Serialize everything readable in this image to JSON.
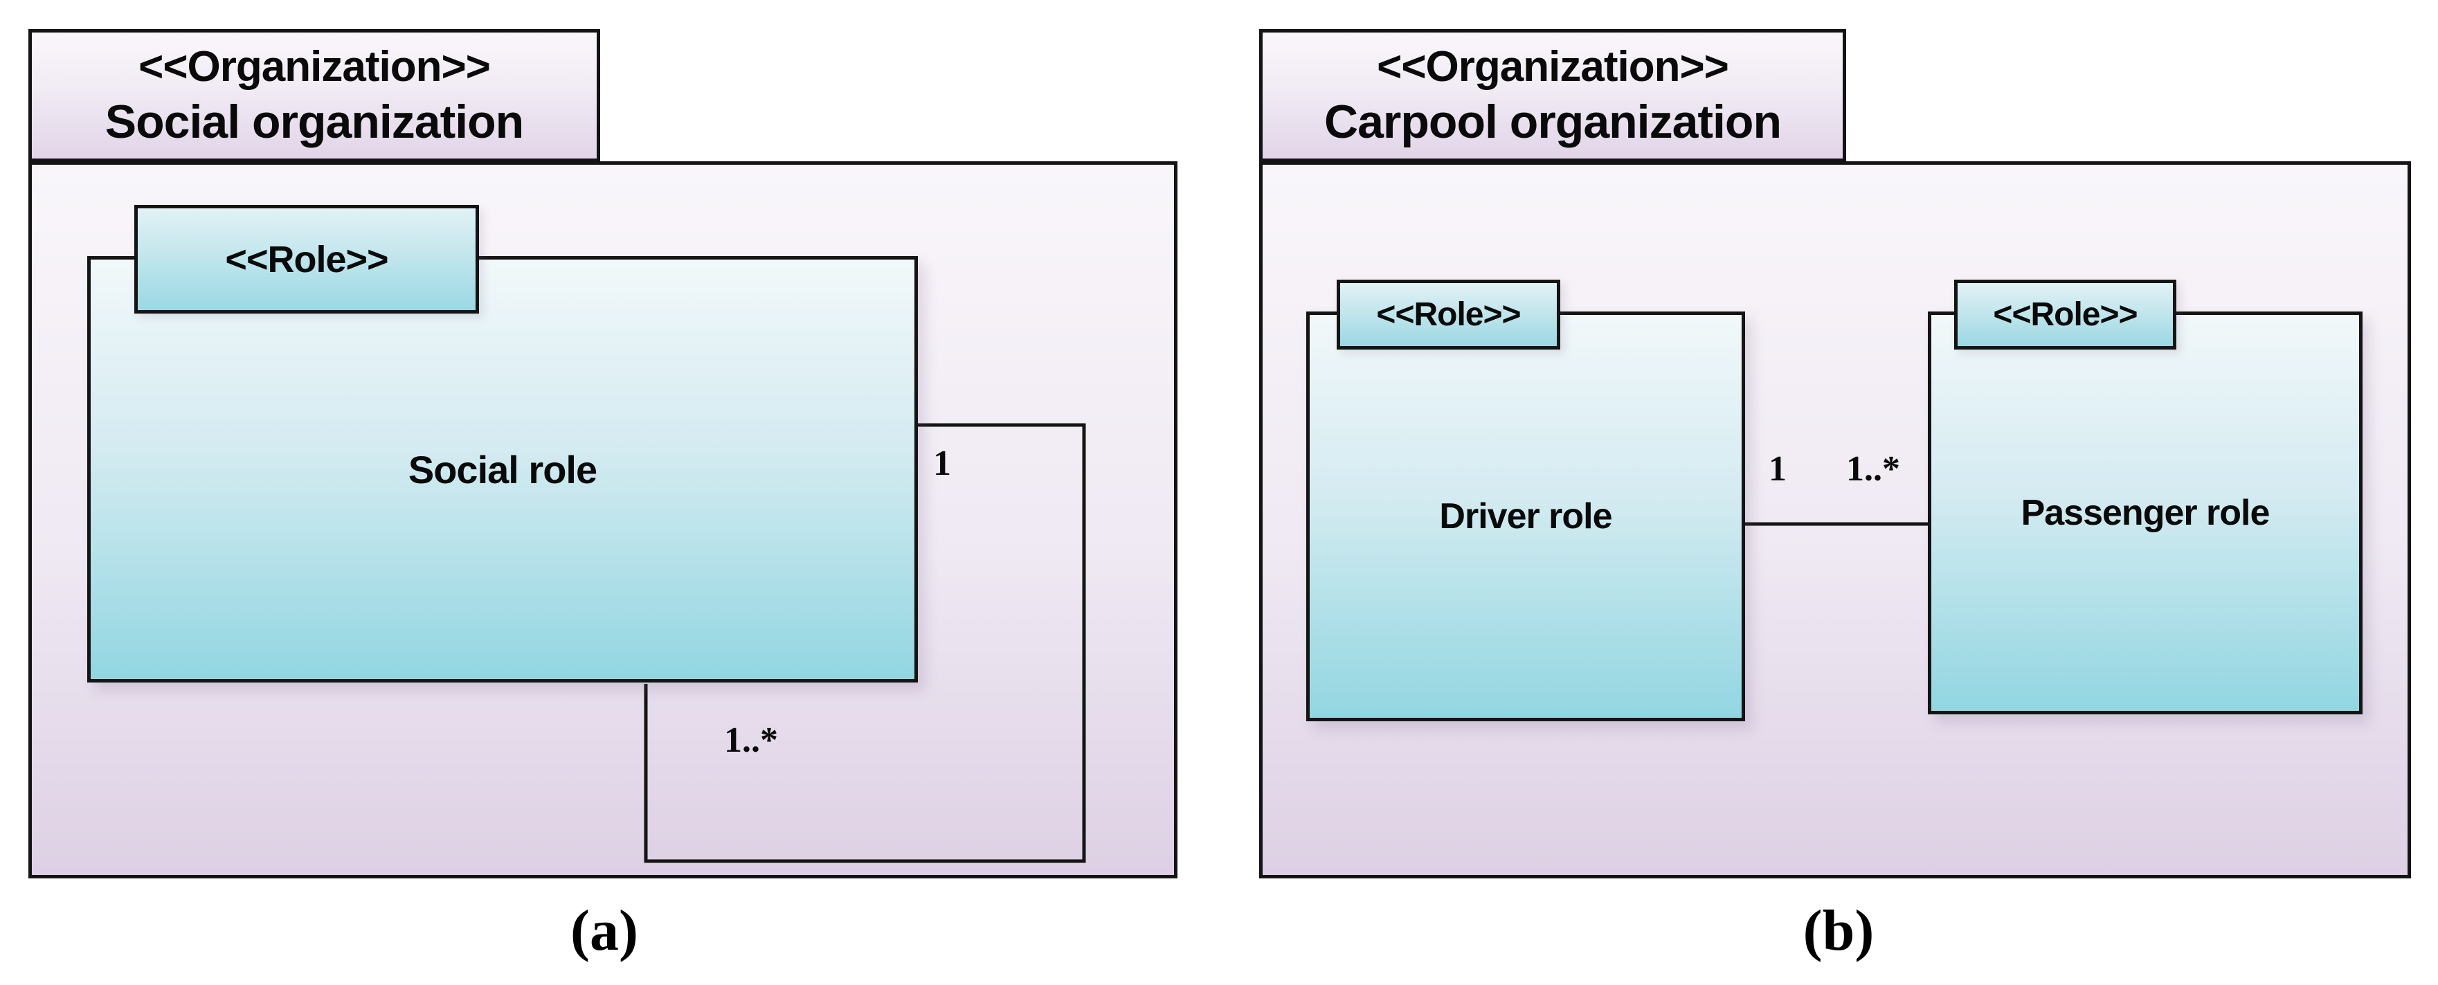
{
  "diagram_a": {
    "caption": "(a)",
    "package": {
      "stereotype": "<<Organization>>",
      "name": "Social organization"
    },
    "role": {
      "stereotype": "<<Role>>",
      "name": "Social role"
    },
    "association": {
      "type": "self-association",
      "multiplicity_source": "1",
      "multiplicity_target": "1..*"
    }
  },
  "diagram_b": {
    "caption": "(b)",
    "package": {
      "stereotype": "<<Organization>>",
      "name": "Carpool organization"
    },
    "driver_role": {
      "stereotype": "<<Role>>",
      "name": "Driver role"
    },
    "passenger_role": {
      "stereotype": "<<Role>>",
      "name": "Passenger role"
    },
    "association": {
      "type": "binary-association",
      "multiplicity_driver": "1",
      "multiplicity_passenger": "1..*"
    }
  },
  "colors": {
    "border": "#141414",
    "package_fill_top": "#f9f6fa",
    "package_fill_bottom": "#ddd0e4",
    "role_fill_top": "#f2f8fa",
    "role_fill_bottom": "#92d6e1",
    "role_tab_fill_top": "#e2f2f6",
    "role_tab_fill_bottom": "#9bd8e3"
  }
}
